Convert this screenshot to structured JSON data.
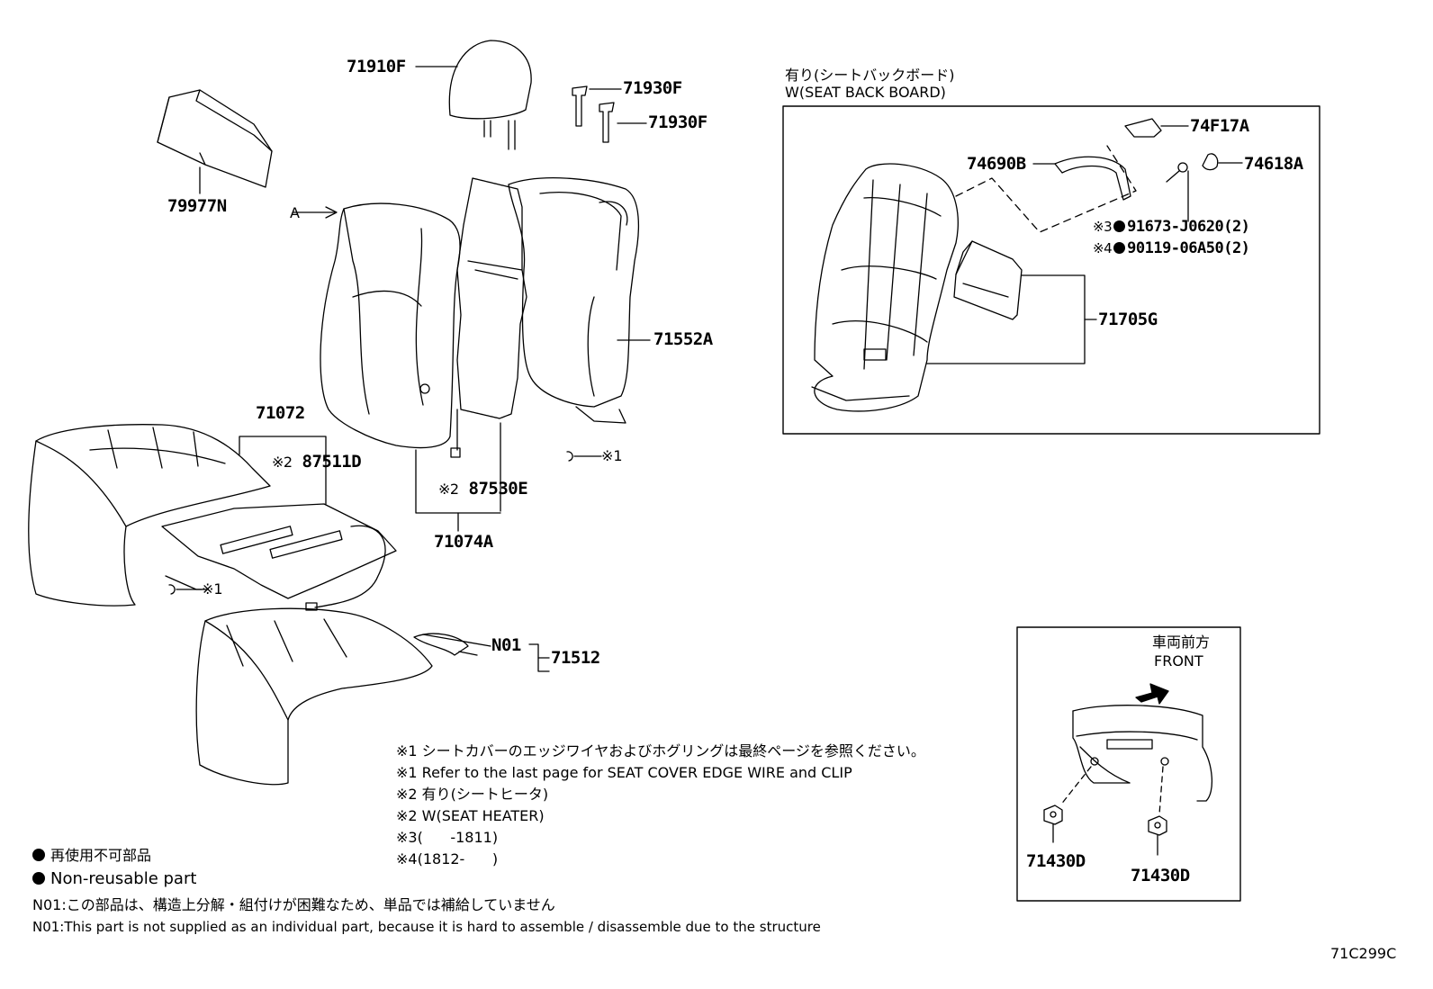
{
  "parts": {
    "p71910F": "71910F",
    "p71930F_a": "71930F",
    "p71930F_b": "71930F",
    "p79977N": "79977N",
    "pA": "A",
    "p71552A": "71552A",
    "p71072": "71072",
    "p87511D": "87511D",
    "p87530E": "87530E",
    "p71074A": "71074A",
    "pN01": "N01",
    "p71512": "71512",
    "p74F17A": "74F17A",
    "p74690B": "74690B",
    "p74618A": "74618A",
    "p91673": "91673-J0620(2)",
    "p90119": "90119-06A50(2)",
    "p71705G": "71705G",
    "p71430D_a": "71430D",
    "p71430D_b": "71430D"
  },
  "marks": {
    "m1": "※1",
    "m2": "※2",
    "m3": "※3",
    "m4": "※4"
  },
  "boxes": {
    "seatback_title_jp": "有り(シートバックボード)",
    "seatback_title_en": "W(SEAT BACK BOARD)",
    "front_jp": "車両前方",
    "front_en": "FRONT"
  },
  "notes": {
    "n1_jp": "※1 シートカバーのエッジワイヤおよびホグリングは最終ページを参照ください。",
    "n1_en": "※1 Refer to the last page for SEAT COVER EDGE WIRE and CLIP",
    "n2_jp": "※2 有り(シートヒータ)",
    "n2_en": "※2 W(SEAT HEATER)",
    "n3": "※3(      -1811)",
    "n4": "※4(1812-      )"
  },
  "legend": {
    "nonreuse_jp": "再使用不可部品",
    "nonreuse_en": "Non-reusable part",
    "n01_jp": "N01:この部品は、構造上分解・組付けが困難なため、単品では補給していません",
    "n01_en": "N01:This part is not supplied as an individual part, because it is hard to assemble / disassemble due to the structure"
  },
  "figure_code": "71C299C"
}
